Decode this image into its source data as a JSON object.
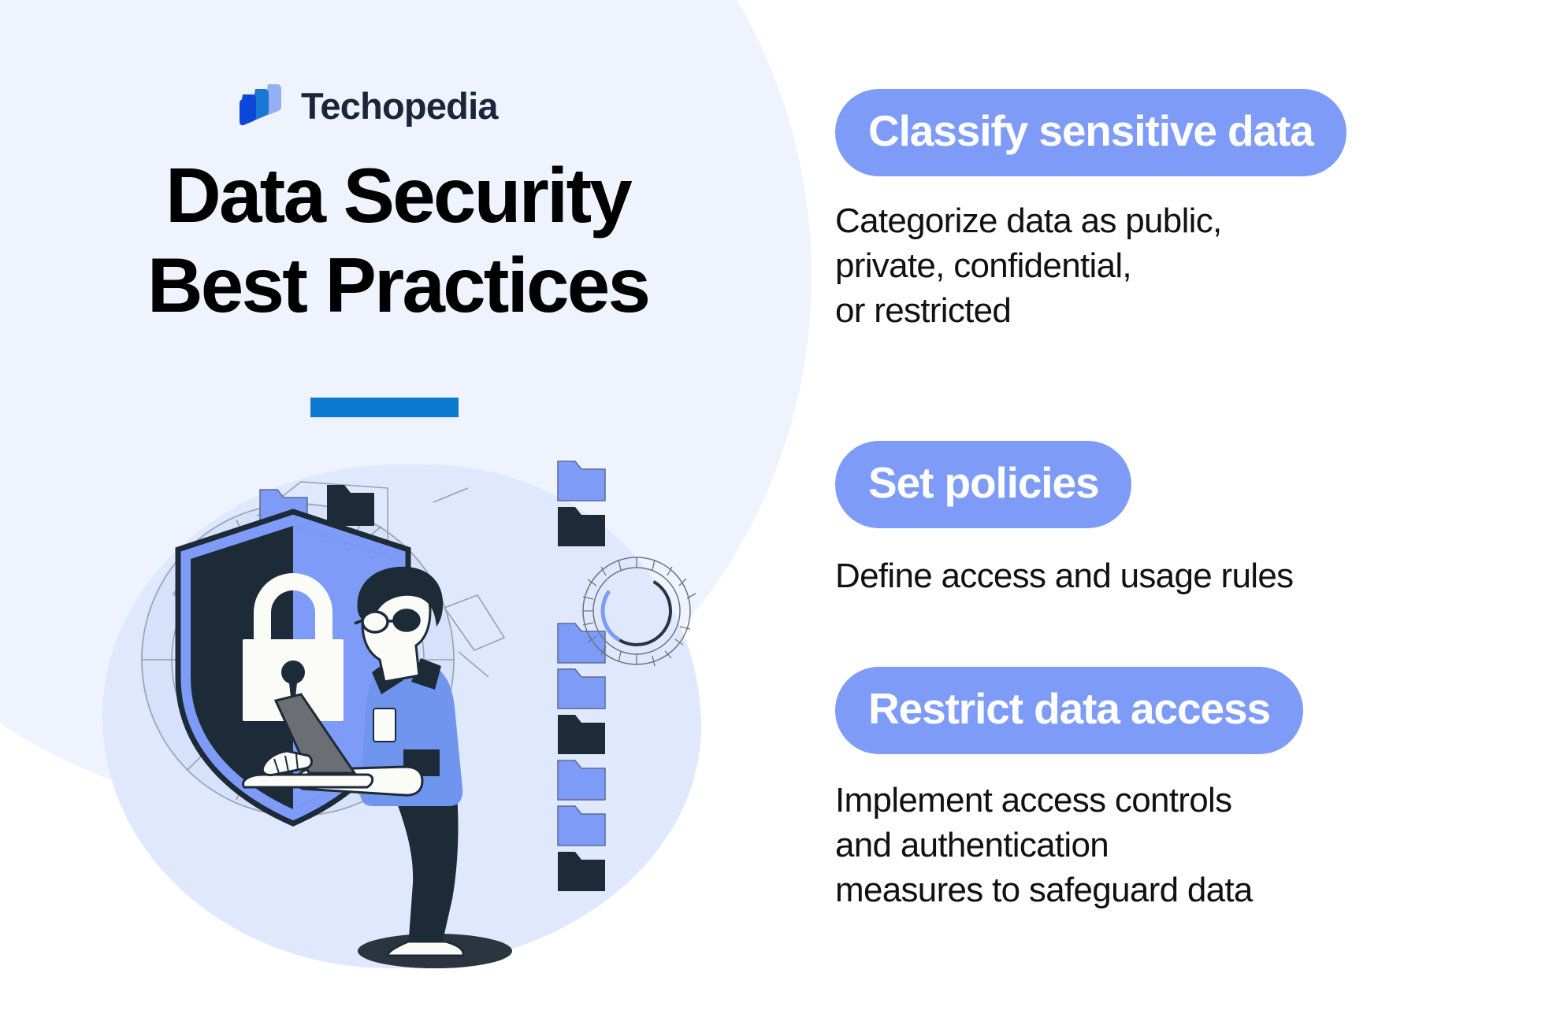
{
  "brand": {
    "name": "Techopedia",
    "logo_icon": "techopedia-parallelogram-logo",
    "logo_colors": [
      "#0d47d9",
      "#1878d4",
      "#93b0f5"
    ],
    "text_color": "#1d2639"
  },
  "header": {
    "title": "Data Security\nBest Practices",
    "accent_bar_color": "#0b7ad0"
  },
  "illustration": {
    "name": "data-security-shield-illustration",
    "elements": [
      "radar-circuit-background",
      "shield-with-padlock",
      "person-with-laptop",
      "folder-icons",
      "circular-dial-gauge"
    ],
    "colors": {
      "shield_dark": "#1d2b38",
      "shield_blue": "#7e9cf7",
      "lock_white": "#fbfbf7",
      "skin": "#fdfdf8",
      "hair": "#1d2b38",
      "shirt": "#6f95ef",
      "pants": "#1d2b38",
      "radar_circle": "#d5e2fb",
      "line_gray": "#8d939e"
    }
  },
  "practices": [
    {
      "id": "classify-sensitive-data",
      "label": "Classify sensitive data",
      "description": "Categorize data as public,\nprivate, confidential,\nor restricted"
    },
    {
      "id": "set-policies",
      "label": "Set policies",
      "description": "Define access and usage rules"
    },
    {
      "id": "restrict-data-access",
      "label": "Restrict data access",
      "description": "Implement access controls\nand authentication\nmeasures to safeguard data"
    }
  ],
  "theme": {
    "background": "#ffffff",
    "blob_light": "#eef3fe",
    "blob_mid": "#dfe8fc",
    "pill_blue": "#7e9cf7",
    "text_black": "#000000"
  }
}
